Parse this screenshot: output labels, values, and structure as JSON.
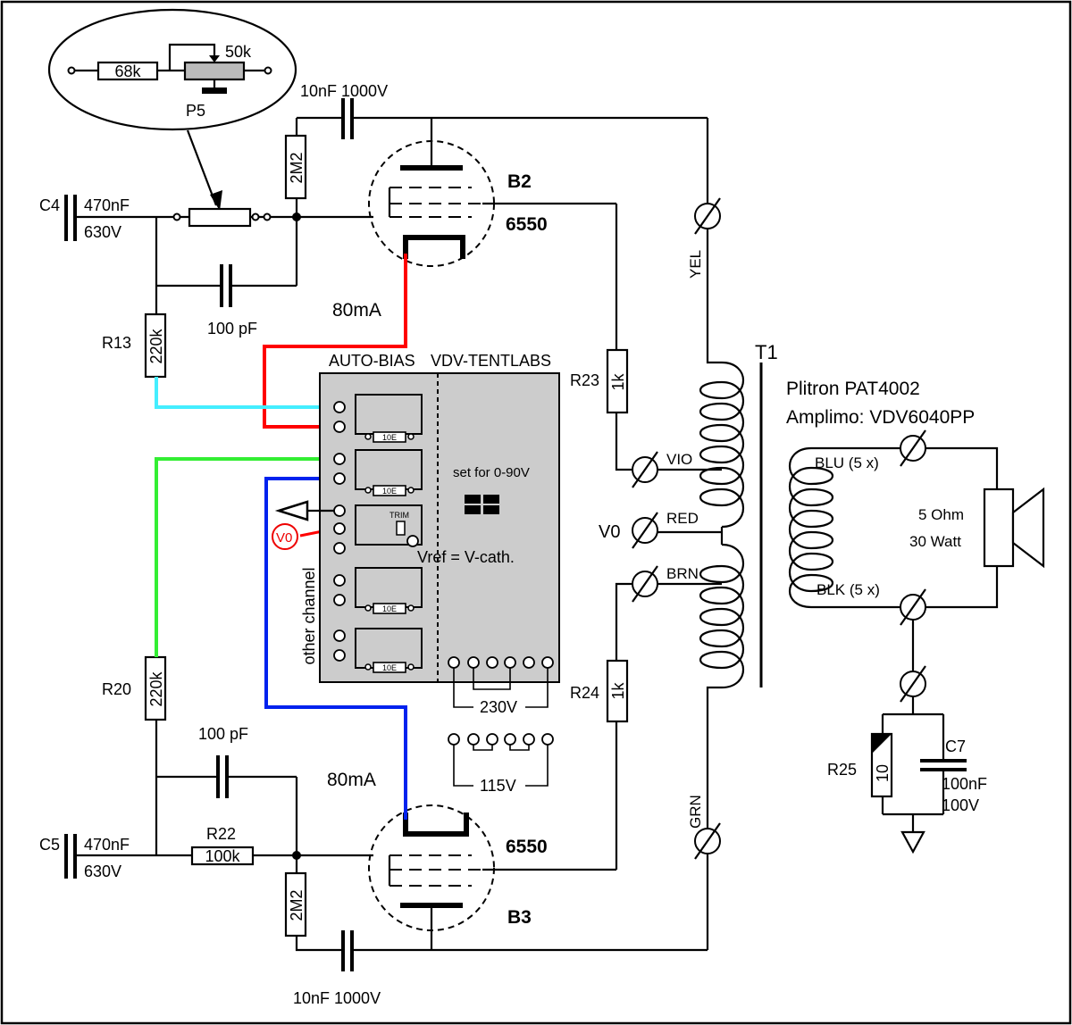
{
  "inset": {
    "r_fixed": "68k",
    "pot": "50k",
    "pot_name": "P5"
  },
  "caps": {
    "c_top": "10nF 1000V",
    "c_bot": "10nF  1000V",
    "c4_name": "C4",
    "c4_val1": "470nF",
    "c4_val2": "630V",
    "c5_name": "C5",
    "c5_val1": "470nF",
    "c5_val2": "630V",
    "c_top_small": "100 pF",
    "c_bot_small": "100 pF",
    "c7_name": "C7",
    "c7_val1": "100nF",
    "c7_val2": "100V"
  },
  "resistors": {
    "grid_top": "2M2",
    "grid_bot": "2M2",
    "r13_name": "R13",
    "r13_val": "220k",
    "r20_name": "R20",
    "r20_val": "220k",
    "r22_name": "R22",
    "r22_val": "100k",
    "r23_name": "R23",
    "r23_val": "1k",
    "r24_name": "R24",
    "r24_val": "1k",
    "r25_name": "R25",
    "r25_val": "10"
  },
  "tubes": {
    "b2_name": "B2",
    "b2_type": "6550",
    "b3_name": "B3",
    "b3_type": "6550"
  },
  "currents": {
    "top": "80mA",
    "bot": "80mA"
  },
  "module": {
    "title_left": "AUTO-BIAS",
    "title_right": "VDV-TENTLABS",
    "pot_label": "10E",
    "trim": "TRIM",
    "set_note": "set for 0-90V",
    "vref": "Vref = V-cath.",
    "other_channel": "other channel",
    "v0_marker": "V0",
    "v230": "230V",
    "v115": "115V"
  },
  "transformer": {
    "name": "T1",
    "brand": "Plitron PAT4002",
    "model": "Amplimo: VDV6040PP",
    "yel": "YEL",
    "vio": "VIO",
    "red": "RED",
    "brn": "BRN",
    "grn": "GRN",
    "v0": "V0",
    "blu": "BLU (5 x)",
    "blk": "BLK (5 x)"
  },
  "speaker": {
    "ohm": "5 Ohm",
    "watt": "30 Watt"
  },
  "colors": {
    "red": "#ff0000",
    "cyan": "#44eeff",
    "green": "#33ee33",
    "blue": "#0022ee",
    "module_bg": "#cccccc"
  }
}
